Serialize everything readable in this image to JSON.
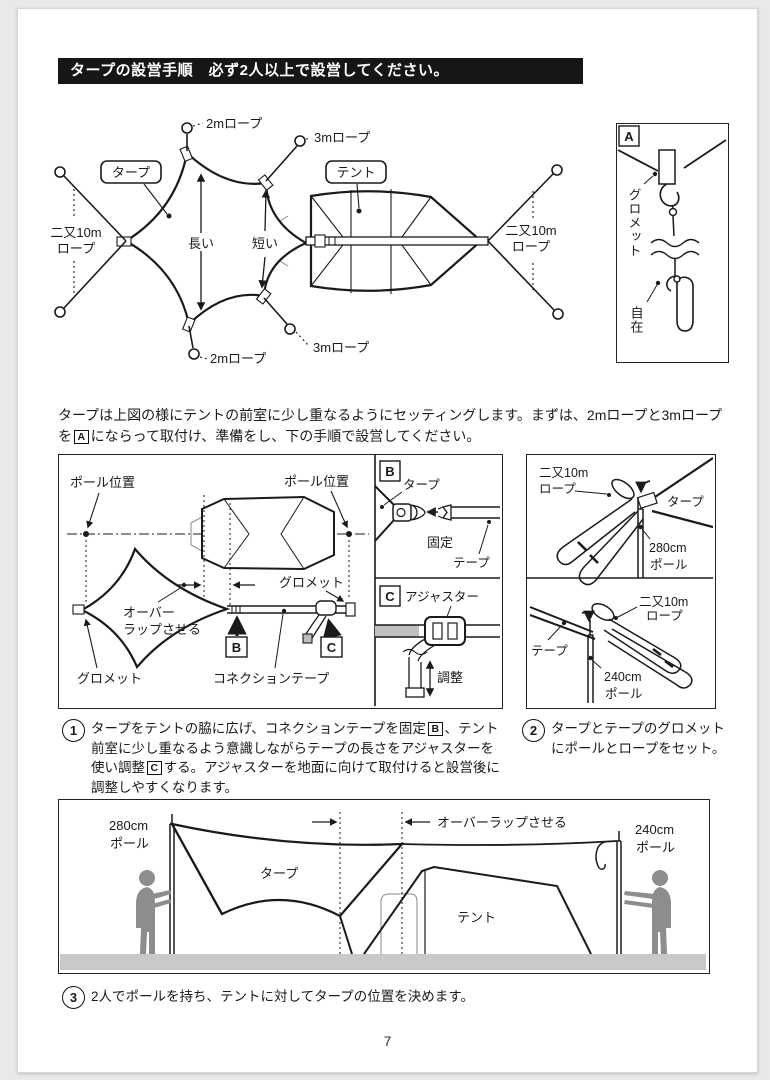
{
  "page": {
    "number": "7"
  },
  "colors": {
    "ink": "#1a1a1a",
    "page_bg": "#ffffff",
    "canvas_bg": "#e9e9e7",
    "ground": "#c9c9c9",
    "figure": "#8d8d8d"
  },
  "header": {
    "title": "タープの設営手順　必ず2人以上で設営してください。"
  },
  "top_diagram": {
    "rope_2m": "2mロープ",
    "rope_3m": "3mロープ",
    "tarp_tag": "タープ",
    "tent_tag": "テント",
    "fork1": "二又10m",
    "fork2": "ロープ",
    "long": "長い",
    "short": "短い",
    "inset_a": {
      "tag": "A",
      "grommet": "グロメット",
      "adjuster": "自在"
    }
  },
  "intro": {
    "part1": "タープは上図の様にテントの前室に少し重なるようにセッティングします。まずは、2mロープと3mロープを",
    "ref_a": "A",
    "part2": "にならって取付け、準備をし、下の手順で設営してください。"
  },
  "step1_diagram": {
    "pole_pos": "ポール位置",
    "grommet_top": "グロメット",
    "overlap1": "オーバー",
    "overlap2": "ラップさせる",
    "grommet_bottom": "グロメット",
    "connection_tape": "コネクションテープ",
    "ref_b": "B",
    "ref_c": "C",
    "inset_b": {
      "tag": "B",
      "tarp": "タープ",
      "fix": "固定",
      "tape": "テープ"
    },
    "inset_c": {
      "tag": "C",
      "adjuster": "アジャスター",
      "adjust": "調整"
    }
  },
  "step2_diagram": {
    "top": {
      "fork1": "二又10m",
      "fork2": "ロープ",
      "tarp": "タープ",
      "pole1": "280cm",
      "pole2": "ポール"
    },
    "bottom": {
      "tape": "テープ",
      "fork1": "二又10m",
      "fork2": "ロープ",
      "pole1": "240cm",
      "pole2": "ポール"
    }
  },
  "steps": {
    "s1": {
      "num": "1",
      "t1": "タープをテントの脇に広げ、コネクションテープを固定",
      "ref_b": "B",
      "t2": "、テント前室に少し重なるよう意識しながらテープの長さをアジャスターを使い調整",
      "ref_c": "C",
      "t3": "する。アジャスターを地面に向けて取付けると設営後に調整しやすくなります。"
    },
    "s2": {
      "num": "2",
      "text": "タープとテープのグロメットにポールとロープをセット。"
    },
    "s3": {
      "num": "3",
      "text": "2人でポールを持ち、テントに対してタープの位置を決めます。"
    }
  },
  "step3_diagram": {
    "pole_left1": "280cm",
    "pole_left2": "ポール",
    "overlap": "オーバーラップさせる",
    "pole_right1": "240cm",
    "pole_right2": "ポール",
    "tarp": "タープ",
    "tent": "テント"
  }
}
